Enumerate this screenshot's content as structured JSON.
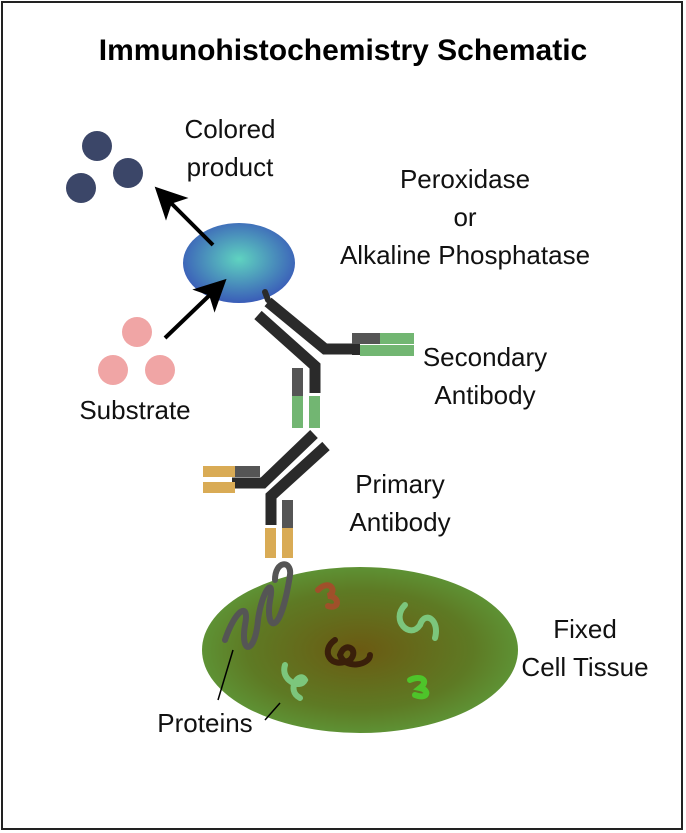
{
  "title": "Immunohistochemistry Schematic",
  "labels": {
    "colored_product": [
      "Colored",
      "product"
    ],
    "enzyme": [
      "Peroxidase",
      "or",
      "Alkaline Phosphatase"
    ],
    "substrate": "Substrate",
    "secondary_antibody": [
      "Secondary",
      "Antibody"
    ],
    "primary_antibody": [
      "Primary",
      "Antibody"
    ],
    "tissue": [
      "Fixed",
      "Cell Tissue"
    ],
    "proteins": "Proteins"
  },
  "colors": {
    "colored_product": "#3b4668",
    "substrate": "#f0a5a5",
    "enzyme_center": "#5fd3c0",
    "enzyme_edge": "#3a5cb8",
    "antibody_heavy": "#2a2a2a",
    "antibody_light": "#555555",
    "secondary_tip": "#72b672",
    "primary_tip": "#d9ab55",
    "tissue_edge": "#5e9a3a",
    "tissue_center": "#6b5a12"
  }
}
